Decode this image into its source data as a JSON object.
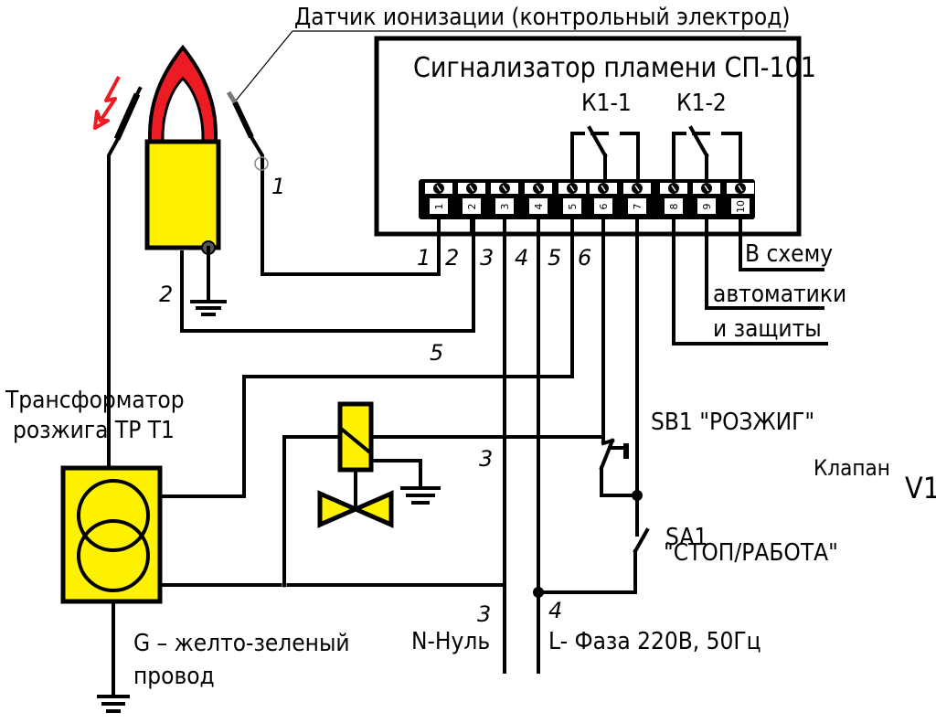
{
  "device": {
    "title": "Сигнализатор пламени СП-101",
    "relay_contacts": [
      "К1-1",
      "К1-2"
    ],
    "terminals": [
      "1",
      "2",
      "3",
      "4",
      "5",
      "6",
      "7",
      "8",
      "9",
      "10"
    ]
  },
  "labels": {
    "ionization_sensor": "Датчик ионизации (контрольный электрод)",
    "transformer_line1": "Трансформатор",
    "transformer_line2": "розжига ТР Т1",
    "automation_line1": "В схему",
    "automation_line2": "автоматики",
    "automation_line3": "и защиты",
    "ignition_button": "SB1 \"РОЗЖИГ\"",
    "stop_switch_line1": "SA1",
    "stop_switch_line2": "\"СТОП/РАБОТА\"",
    "valve_word": "Клапан",
    "valve_id": "V1",
    "ground_wire_line1": "G – желто-зеленый",
    "ground_wire_line2": "провод",
    "neutral": "N-Нуль",
    "phase": "L- Фаза 220В, 50Гц"
  },
  "wire_numbers": {
    "sensor_wire": "1",
    "burner_ground_wire": "2",
    "terminal_row": [
      "1",
      "2",
      "3",
      "4",
      "5",
      "6"
    ],
    "wire_5": "5",
    "wire_3_mid": "3",
    "wire_3_bottom": "3",
    "wire_4_bottom": "4"
  },
  "colors": {
    "flame": "#ed1c24",
    "component_fill": "#fff200",
    "spark": "#ed1c24",
    "wire": "#000000"
  }
}
